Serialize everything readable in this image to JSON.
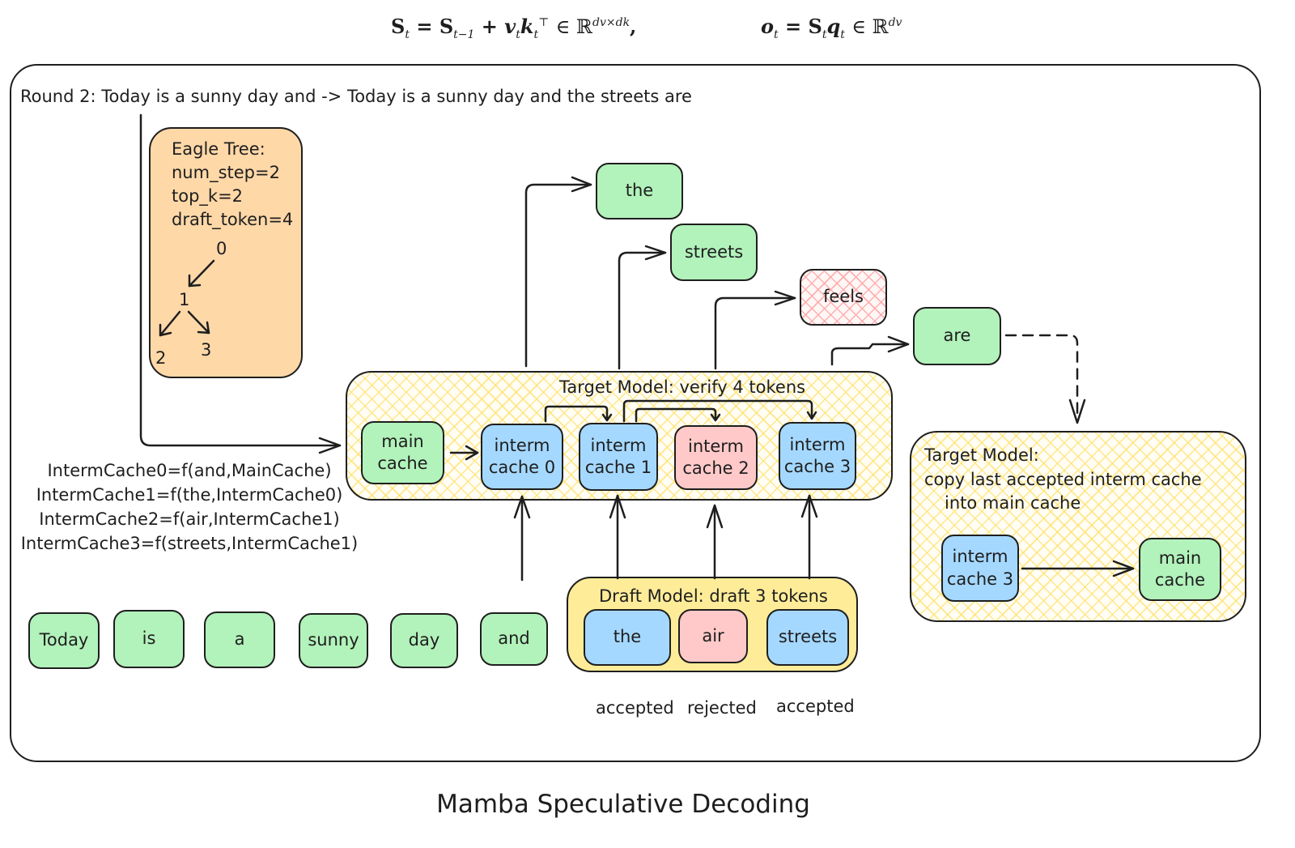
{
  "formulas": {
    "state_update": {
      "lhs": "S",
      "lhs_sub": "t",
      "rhs1": "S",
      "rhs1_sub": "t−1",
      "plus": "+",
      "v": "v",
      "v_sub": "t",
      "k": "k",
      "k_sub": "t",
      "k_sup": "⊤",
      "in": "∈ ℝ",
      "space_sup": "dv×dk",
      "comma": ","
    },
    "output": {
      "lhs": "o",
      "lhs_sub": "t",
      "eq": "=",
      "s": "S",
      "s_sub": "t",
      "q": "q",
      "q_sub": "t",
      "in": "∈ ℝ",
      "space_sup": "dv"
    }
  },
  "round_text": "Round 2: Today is a sunny day and -> Today is a sunny day and the streets are",
  "eagle_tree": {
    "title": "Eagle Tree:",
    "params": [
      "num_step=2",
      "top_k=2",
      "draft_token=4"
    ],
    "nodes": [
      "0",
      "1",
      "2",
      "3"
    ],
    "edges": [
      [
        "0",
        "1"
      ],
      [
        "1",
        "2"
      ],
      [
        "1",
        "3"
      ]
    ]
  },
  "input_tokens": [
    "Today",
    "is",
    "a",
    "sunny",
    "day",
    "and"
  ],
  "target_model": {
    "title": "Target Model: verify 4 tokens",
    "main_cache": "main\ncache",
    "interm_caches": [
      {
        "label_line1": "interm",
        "label_line2": "cache 0",
        "status": "accepted"
      },
      {
        "label_line1": "interm",
        "label_line2": "cache 1",
        "status": "accepted"
      },
      {
        "label_line1": "interm",
        "label_line2": "cache 2",
        "status": "rejected"
      },
      {
        "label_line1": "interm",
        "label_line2": "cache 3",
        "status": "accepted"
      }
    ]
  },
  "output_tokens": [
    {
      "text": "the",
      "status": "accepted"
    },
    {
      "text": "streets",
      "status": "accepted"
    },
    {
      "text": "feels",
      "status": "rejected"
    },
    {
      "text": "are",
      "status": "accepted"
    }
  ],
  "draft_model": {
    "title": "Draft Model: draft 3 tokens",
    "tokens": [
      {
        "text": "the",
        "status": "accepted"
      },
      {
        "text": "air",
        "status": "rejected"
      },
      {
        "text": "streets",
        "status": "accepted"
      }
    ],
    "status_labels": [
      "accepted",
      "rejected",
      "accepted"
    ]
  },
  "cache_formulas": [
    "IntermCache0=f(and,MainCache)",
    "IntermCache1=f(the,IntermCache0)",
    "IntermCache2=f(air,IntermCache1)",
    "IntermCache3=f(streets,IntermCache1)"
  ],
  "copy_step": {
    "title": "Target Model:",
    "line1": "copy last accepted interm cache",
    "line2": "into main cache",
    "from_line1": "interm",
    "from_line2": "cache 3",
    "to_line1": "main",
    "to_line2": "cache"
  },
  "caption": "Mamba Speculative Decoding",
  "colors": {
    "accepted_green": "#b2f2bb",
    "interm_blue": "#a5d8ff",
    "rejected_red": "#ffc9c9",
    "eagle_orange": "#ffd8a8",
    "draft_yellow": "#ffec99",
    "stroke": "#1e1e1e"
  }
}
